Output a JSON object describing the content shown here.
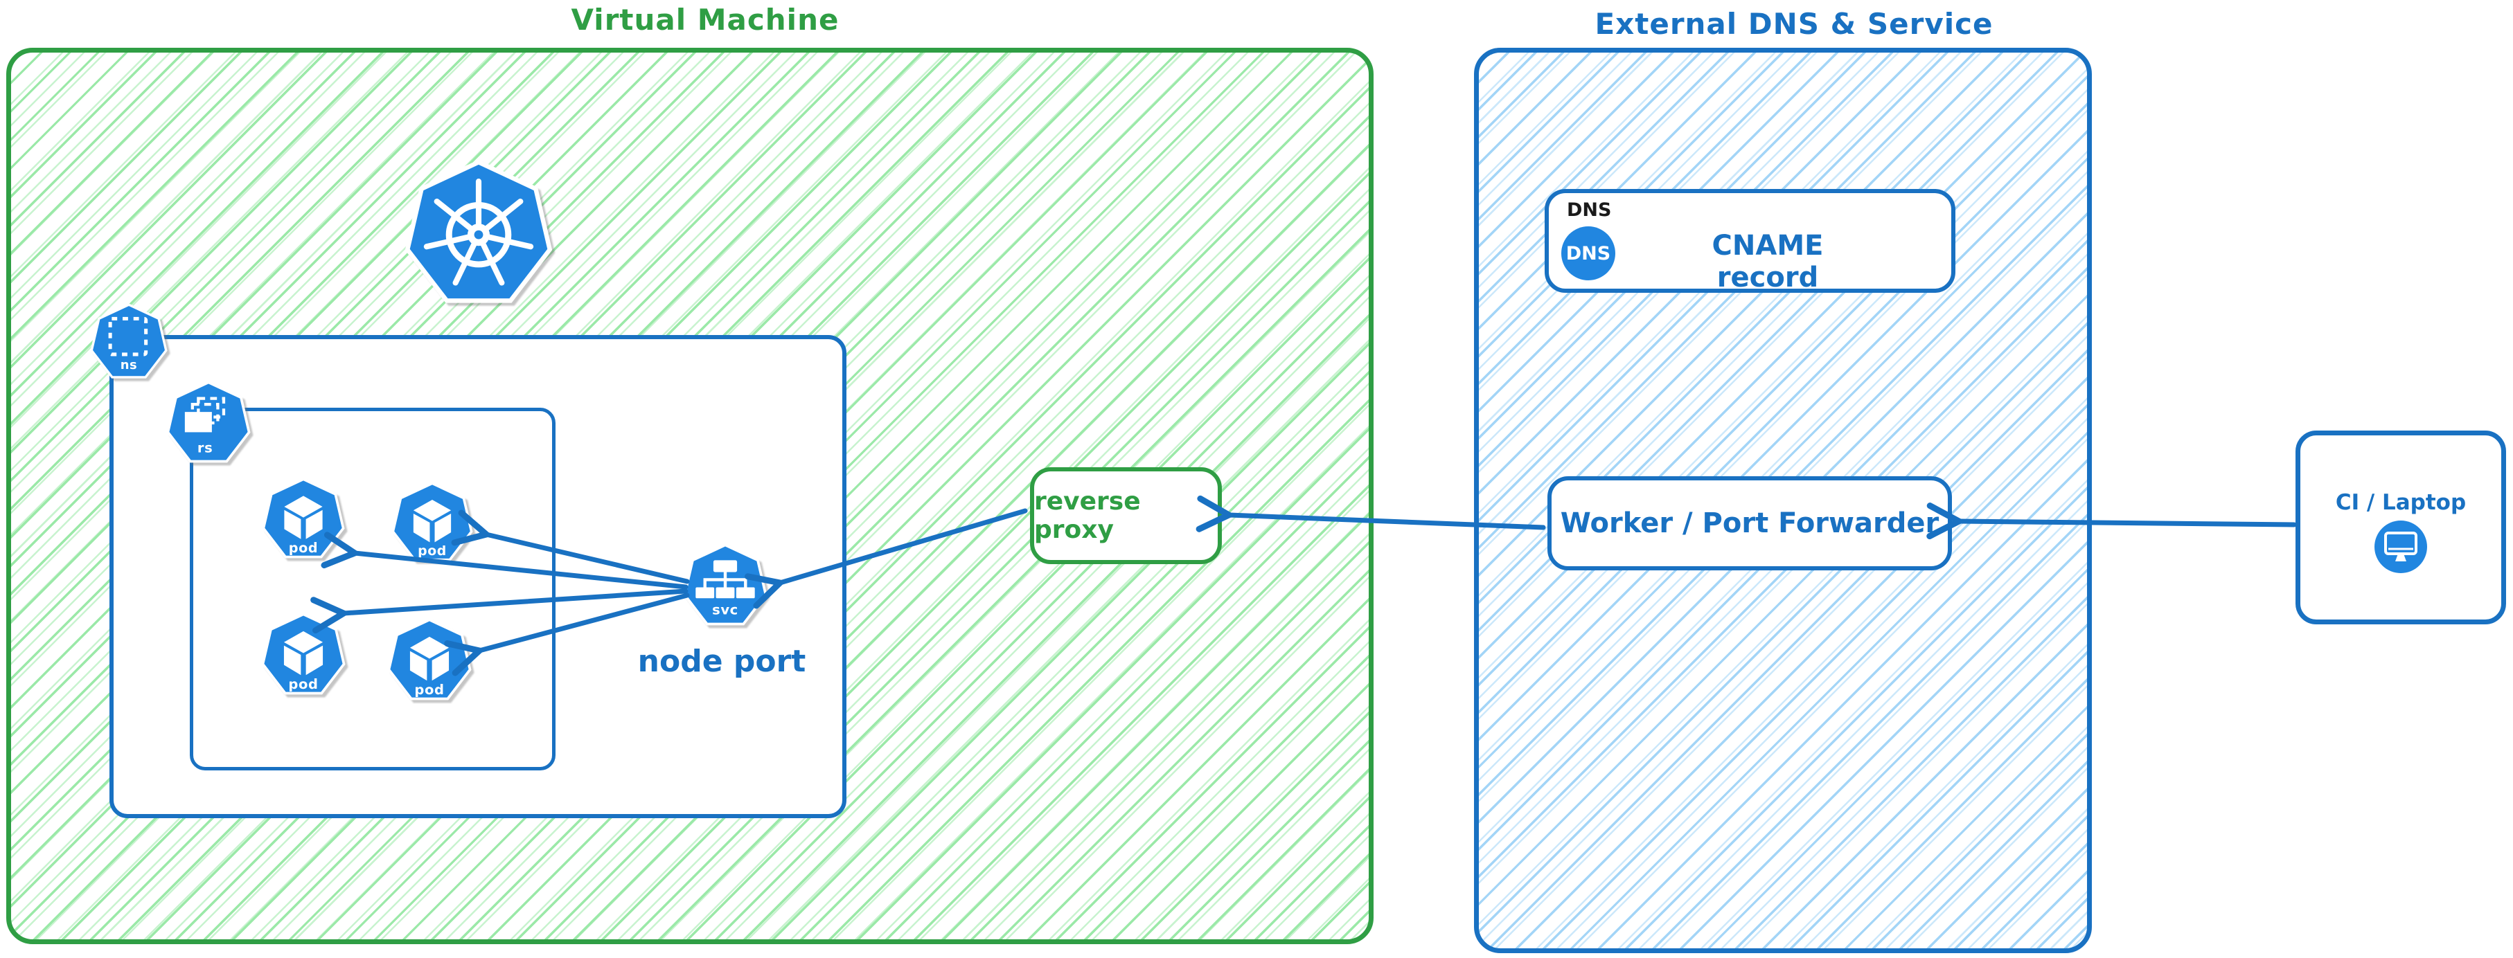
{
  "diagram": {
    "vm": {
      "title": "Virtual Machine"
    },
    "external": {
      "title": "External DNS & Service"
    },
    "kubernetes": {
      "ns": "ns",
      "rs": "rs",
      "pods": [
        "pod",
        "pod",
        "pod",
        "pod"
      ],
      "svc": "svc",
      "svc_caption": "node port"
    },
    "reverse_proxy": {
      "label": "reverse proxy"
    },
    "dns": {
      "tag": "DNS",
      "icon_label": "DNS",
      "record": "CNAME record"
    },
    "worker": {
      "label": "Worker / Port Forwarder"
    },
    "ci": {
      "label": "CI / Laptop"
    },
    "colors": {
      "green_stroke": "#2f9e44",
      "green_hatch": "#9be9a8",
      "blue_stroke": "#1971c2",
      "blue_hatch": "#a3d5f7",
      "icon_blue": "#2186e0",
      "ink": "#1a1a1a"
    }
  }
}
